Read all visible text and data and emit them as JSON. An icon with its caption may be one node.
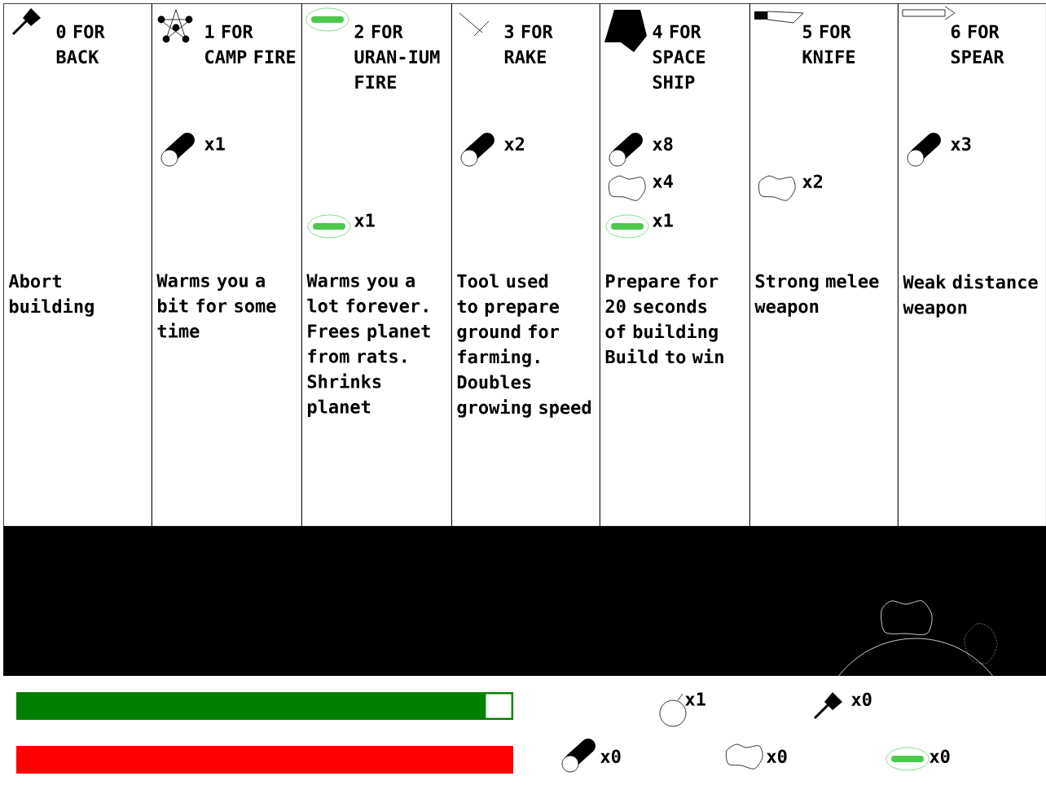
{
  "diagram": {
    "nodes": [
      {
        "text": [
          "0 FOR BACK",
          "Abort building"
        ]
      },
      {
        "text": [
          "1 FOR CAMP FIRE",
          "x1",
          "Warms you a bit for some time"
        ]
      },
      {
        "text": [
          "2 FOR URAN-IUM FIRE",
          "x1",
          "Warms you a lot forever. Frees planet from rats. Shrinks planet"
        ]
      },
      {
        "text": [
          "3 FOR RAKE",
          "x2",
          "Tool used to prepare ground for farming. Doubles growing speed"
        ]
      },
      {
        "text": [
          "4 FOR SPACE SHIP",
          "x8",
          "x4",
          "x1",
          "Prepare for 20 seconds of building Build to win"
        ]
      },
      {
        "text": [
          "5 FOR KNIFE",
          "x2",
          "Strong melee weapon"
        ]
      },
      {
        "text": [
          "6 FOR SPEAR",
          "x3",
          "Weak distance weapon"
        ]
      }
    ],
    "labels": [
      "x1",
      "x0",
      "x0",
      "x0",
      "x0"
    ]
  }
}
